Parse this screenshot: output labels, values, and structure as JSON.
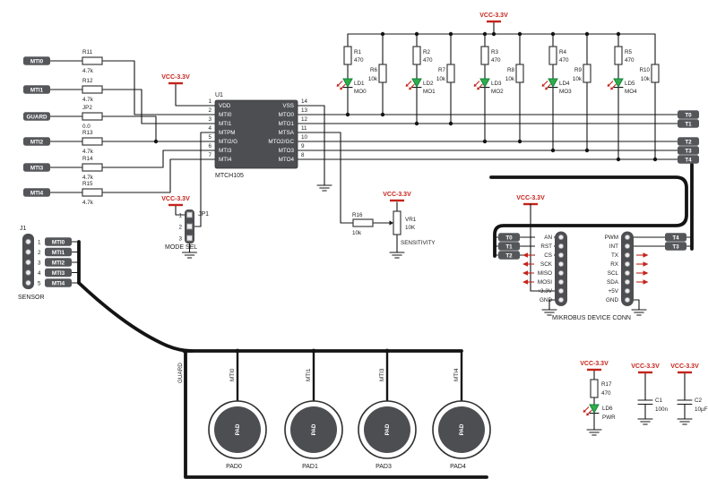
{
  "power": {
    "vcc": "VCC-3.3V"
  },
  "ic": {
    "ref": "U1",
    "part": "MTCH105",
    "left_pins": [
      {
        "num": "1",
        "name": "VDD"
      },
      {
        "num": "2",
        "name": "MTI0"
      },
      {
        "num": "3",
        "name": "MTI1"
      },
      {
        "num": "4",
        "name": "MTPM"
      },
      {
        "num": "5",
        "name": "MTI2/G"
      },
      {
        "num": "6",
        "name": "MTI3"
      },
      {
        "num": "7",
        "name": "MTI4"
      }
    ],
    "right_pins": [
      {
        "num": "14",
        "name": "VSS"
      },
      {
        "num": "13",
        "name": "MTO0"
      },
      {
        "num": "12",
        "name": "MTO1"
      },
      {
        "num": "11",
        "name": "MTSA"
      },
      {
        "num": "10",
        "name": "MTO2/GC"
      },
      {
        "num": "9",
        "name": "MTO3"
      },
      {
        "num": "8",
        "name": "MTO4"
      }
    ]
  },
  "left_rows": [
    {
      "net": "MTI0",
      "ref": "R11",
      "value": "4.7k"
    },
    {
      "net": "MTI1",
      "ref": "R12",
      "value": "4.7k"
    },
    {
      "net": "GUARD",
      "ref": "JP2",
      "value": "0.0"
    },
    {
      "net": "MTI2",
      "ref": "R13",
      "value": "4.7k"
    },
    {
      "net": "MTI3",
      "ref": "R14",
      "value": "4.7k"
    },
    {
      "net": "MTI4",
      "ref": "R15",
      "value": "4.7k"
    }
  ],
  "sensor_conn": {
    "ref": "J1",
    "label": "SENSOR",
    "pins": [
      {
        "num": "1",
        "net": "MTI0"
      },
      {
        "num": "2",
        "net": "MTI1"
      },
      {
        "num": "3",
        "net": "MTI2"
      },
      {
        "num": "4",
        "net": "MTI3"
      },
      {
        "num": "5",
        "net": "MTI4"
      }
    ]
  },
  "mode_sel": {
    "ref": "JP1",
    "label": "MODE SEL",
    "pins": [
      "1",
      "2",
      "3"
    ]
  },
  "led_columns": [
    {
      "r_ref": "R1",
      "r_value": "470",
      "led_ref": "LD1",
      "led_net": "MO0",
      "pull_ref": "R6",
      "pull_value": "10k"
    },
    {
      "r_ref": "R2",
      "r_value": "470",
      "led_ref": "LD2",
      "led_net": "MO1",
      "pull_ref": "R7",
      "pull_value": "10k"
    },
    {
      "r_ref": "R3",
      "r_value": "470",
      "led_ref": "LD3",
      "led_net": "MO2",
      "pull_ref": "R8",
      "pull_value": "10k"
    },
    {
      "r_ref": "R4",
      "r_value": "470",
      "led_ref": "LD4",
      "led_net": "MO3",
      "pull_ref": "R9",
      "pull_value": "10k"
    },
    {
      "r_ref": "R5",
      "r_value": "470",
      "led_ref": "LD5",
      "led_net": "MO4",
      "pull_ref": "R10",
      "pull_value": "10k"
    }
  ],
  "bus_nets": [
    "T0",
    "T1",
    "T2",
    "T3",
    "T4"
  ],
  "sensitivity": {
    "r_ref": "R16",
    "r_value": "10k",
    "vr_ref": "VR1",
    "vr_value": "10K",
    "label": "SENSITIVITY"
  },
  "mikrobus": {
    "label": "MIKROBUS DEVICE CONN",
    "left_pins": [
      "AN",
      "RST",
      "CS",
      "SCK",
      "MISO",
      "MOSI",
      "+3.3V",
      "GND"
    ],
    "right_pins": [
      "PWM",
      "INT",
      "TX",
      "RX",
      "SCL",
      "SDA",
      "+5V",
      "GND"
    ],
    "left_nets": [
      "T0",
      "T1",
      "T2"
    ],
    "right_nets": [
      "T4",
      "T3"
    ]
  },
  "pads": {
    "wire_labels": [
      "GUARD",
      "MTI0",
      "MTI1",
      "MTI3",
      "MTI4"
    ],
    "pad_text": "PAD",
    "labels": [
      "PAD0",
      "PAD1",
      "PAD3",
      "PAD4"
    ]
  },
  "power_led": {
    "r_ref": "R17",
    "r_value": "470",
    "led_ref": "LD6",
    "led_net": "PWR"
  },
  "caps": [
    {
      "ref": "C1",
      "value": "100n"
    },
    {
      "ref": "C2",
      "value": "10µF"
    }
  ],
  "colors": {
    "wire": "#141414",
    "accent_red": "#c4231b",
    "led_green": "#2fae4a",
    "label_box": "#55565a",
    "ic_body": "#4d4e52",
    "background": "#ffffff"
  }
}
